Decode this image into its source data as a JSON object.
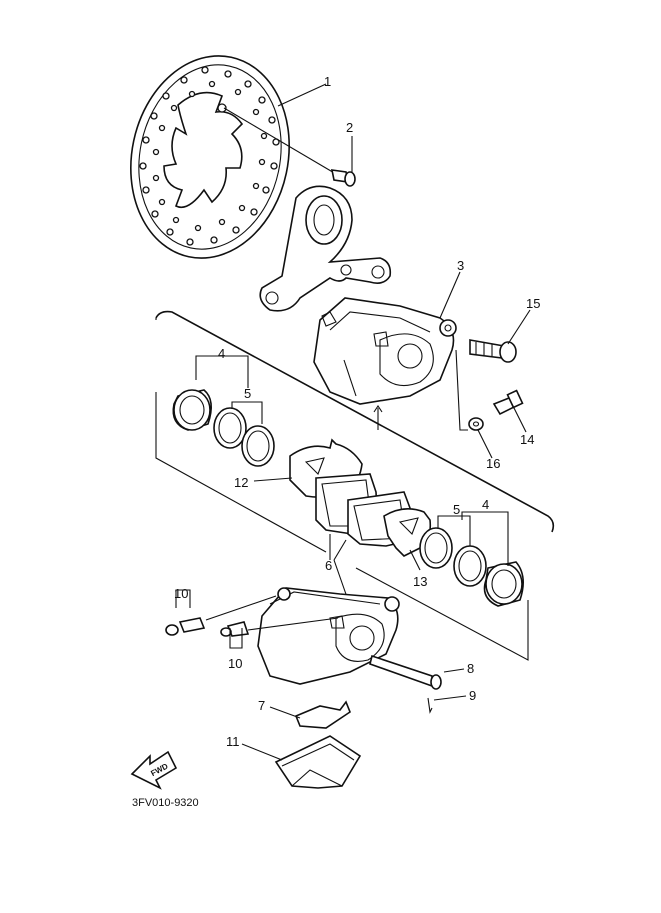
{
  "diagram": {
    "reference_code": "3FV010-9320",
    "fwd_label": "FWD",
    "callouts": [
      {
        "id": "c1",
        "label": "1"
      },
      {
        "id": "c2",
        "label": "2"
      },
      {
        "id": "c3",
        "label": "3"
      },
      {
        "id": "c4a",
        "label": "4"
      },
      {
        "id": "c5a",
        "label": "5"
      },
      {
        "id": "c4b",
        "label": "4"
      },
      {
        "id": "c5b",
        "label": "5"
      },
      {
        "id": "c6",
        "label": "6"
      },
      {
        "id": "c7",
        "label": "7"
      },
      {
        "id": "c8",
        "label": "8"
      },
      {
        "id": "c9",
        "label": "9"
      },
      {
        "id": "c10a",
        "label": "10"
      },
      {
        "id": "c10b",
        "label": "10"
      },
      {
        "id": "c11",
        "label": "11"
      },
      {
        "id": "c12",
        "label": "12"
      },
      {
        "id": "c13",
        "label": "13"
      },
      {
        "id": "c14",
        "label": "14"
      },
      {
        "id": "c15",
        "label": "15"
      },
      {
        "id": "c16",
        "label": "16"
      }
    ]
  }
}
